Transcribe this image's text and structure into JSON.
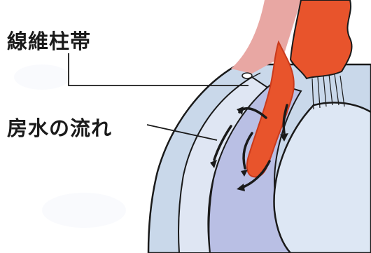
{
  "labels": {
    "ciliary_zonule": "線維柱帯",
    "aqueous_flow": "房水の流れ"
  },
  "colors": {
    "background": "#ffffff",
    "cornea_outer": "#c9d8ea",
    "cornea_band": "#dfe6f3",
    "anterior_chamber": "#b9bfe4",
    "lens": "#dde7f4",
    "iris_red": "#e8542c",
    "iris_edge": "#c93a1c",
    "sclera_pink": "#e8a7a3",
    "outline": "#1a1a1a",
    "arrow": "#1a1a1a"
  },
  "icons": [
    "flow-arrow",
    "leader-line"
  ]
}
